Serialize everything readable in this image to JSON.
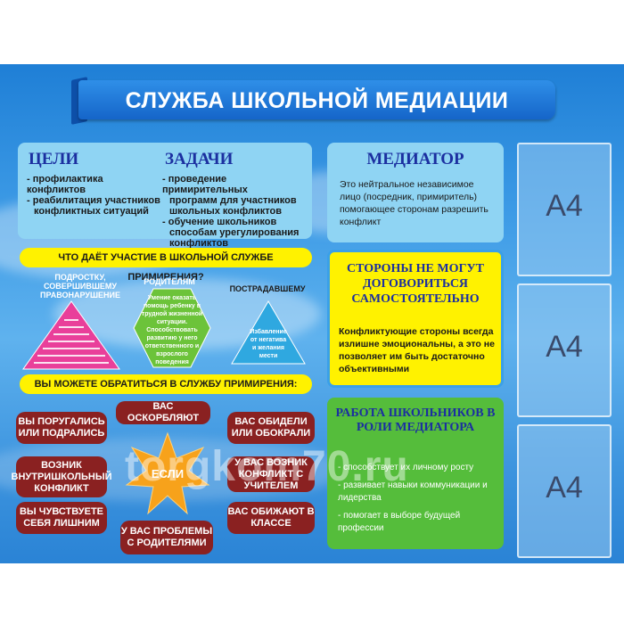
{
  "title": "СЛУЖБА ШКОЛЬНОЙ МЕДИАЦИИ",
  "goals": {
    "heading": "ЦЕЛИ",
    "items": [
      "- профилактика конфликтов",
      "- реабилитация участников",
      "конфликтных ситуаций"
    ]
  },
  "tasks": {
    "heading": "ЗАДАЧИ",
    "items": [
      "- проведение примирительных",
      "программ для участников",
      "школьных конфликтов",
      "- обучение школьников",
      "способам урегулирования",
      "конфликтов"
    ]
  },
  "participation": {
    "heading": "ЧТО ДАЁТ УЧАСТИЕ В ШКОЛЬНОЙ СЛУЖБЕ ПРИМИРЕНИЯ?",
    "offender_label": "ПОДРОСТКУ, СОВЕРШИВШЕМУ ПРАВОНАРУШЕНИЕ",
    "parents_label": "РОДИТЕЛЯМ",
    "parents_text": "Умение оказать помощь ребенку в трудной жизненной ситуации. Способствовать развитию у него ответственного и взрослого поведения",
    "victim_label": "ПОСТРАДАВШЕМУ",
    "victim_text": "Избавление от негатива и желания мести"
  },
  "contact": {
    "heading": "ВЫ МОЖЕТЕ ОБРАТИТЬСЯ В СЛУЖБУ ПРИМИРЕНИЯ:",
    "center": "ЕСЛИ",
    "reasons": [
      "ВЫ ПОРУГАЛИСЬ ИЛИ ПОДРАЛИСЬ",
      "ВАС ОСКОРБЛЯЮТ",
      "ВАС ОБИДЕЛИ ИЛИ ОБОКРАЛИ",
      "ВОЗНИК ВНУТРИШКОЛЬНЫЙ КОНФЛИКТ",
      "У ВАС ВОЗНИК КОНФЛИКТ С УЧИТЕЛЕМ",
      "ВЫ ЧУВСТВУЕТЕ СЕБЯ ЛИШНИМ",
      "У ВАС ПРОБЛЕМЫ С РОДИТЕЛЯМИ",
      "ВАС ОБИЖАЮТ В КЛАССЕ"
    ]
  },
  "mediator": {
    "heading": "МЕДИАТОР",
    "text": "Это нейтральное независимое лицо (посредник, примиритель) помогающее сторонам разрешить конфликт"
  },
  "sides": {
    "heading": "СТОРОНЫ НЕ МОГУТ ДОГОВОРИТЬСЯ САМОСТОЯТЕЛЬНО",
    "text": "Конфликтующие стороны всегда излишне эмоциональны, а это не позволяет им быть достаточно объективными"
  },
  "work": {
    "heading": "РАБОТА ШКОЛЬНИКОВ В РОЛИ МЕДИАТОРА",
    "items": [
      "- способствует их личному росту",
      "- развивает навыки коммуникации и лидерства",
      "- помогает в выборе будущей профессии"
    ]
  },
  "pockets": [
    "А4",
    "А4",
    "А4"
  ],
  "watermark": "torgkom70.ru",
  "colors": {
    "panel_blue": "#8fd4f3",
    "yellow": "#fff200",
    "green": "#55bd3b",
    "pill": "#8a2121",
    "heading": "#1b2fa0"
  }
}
